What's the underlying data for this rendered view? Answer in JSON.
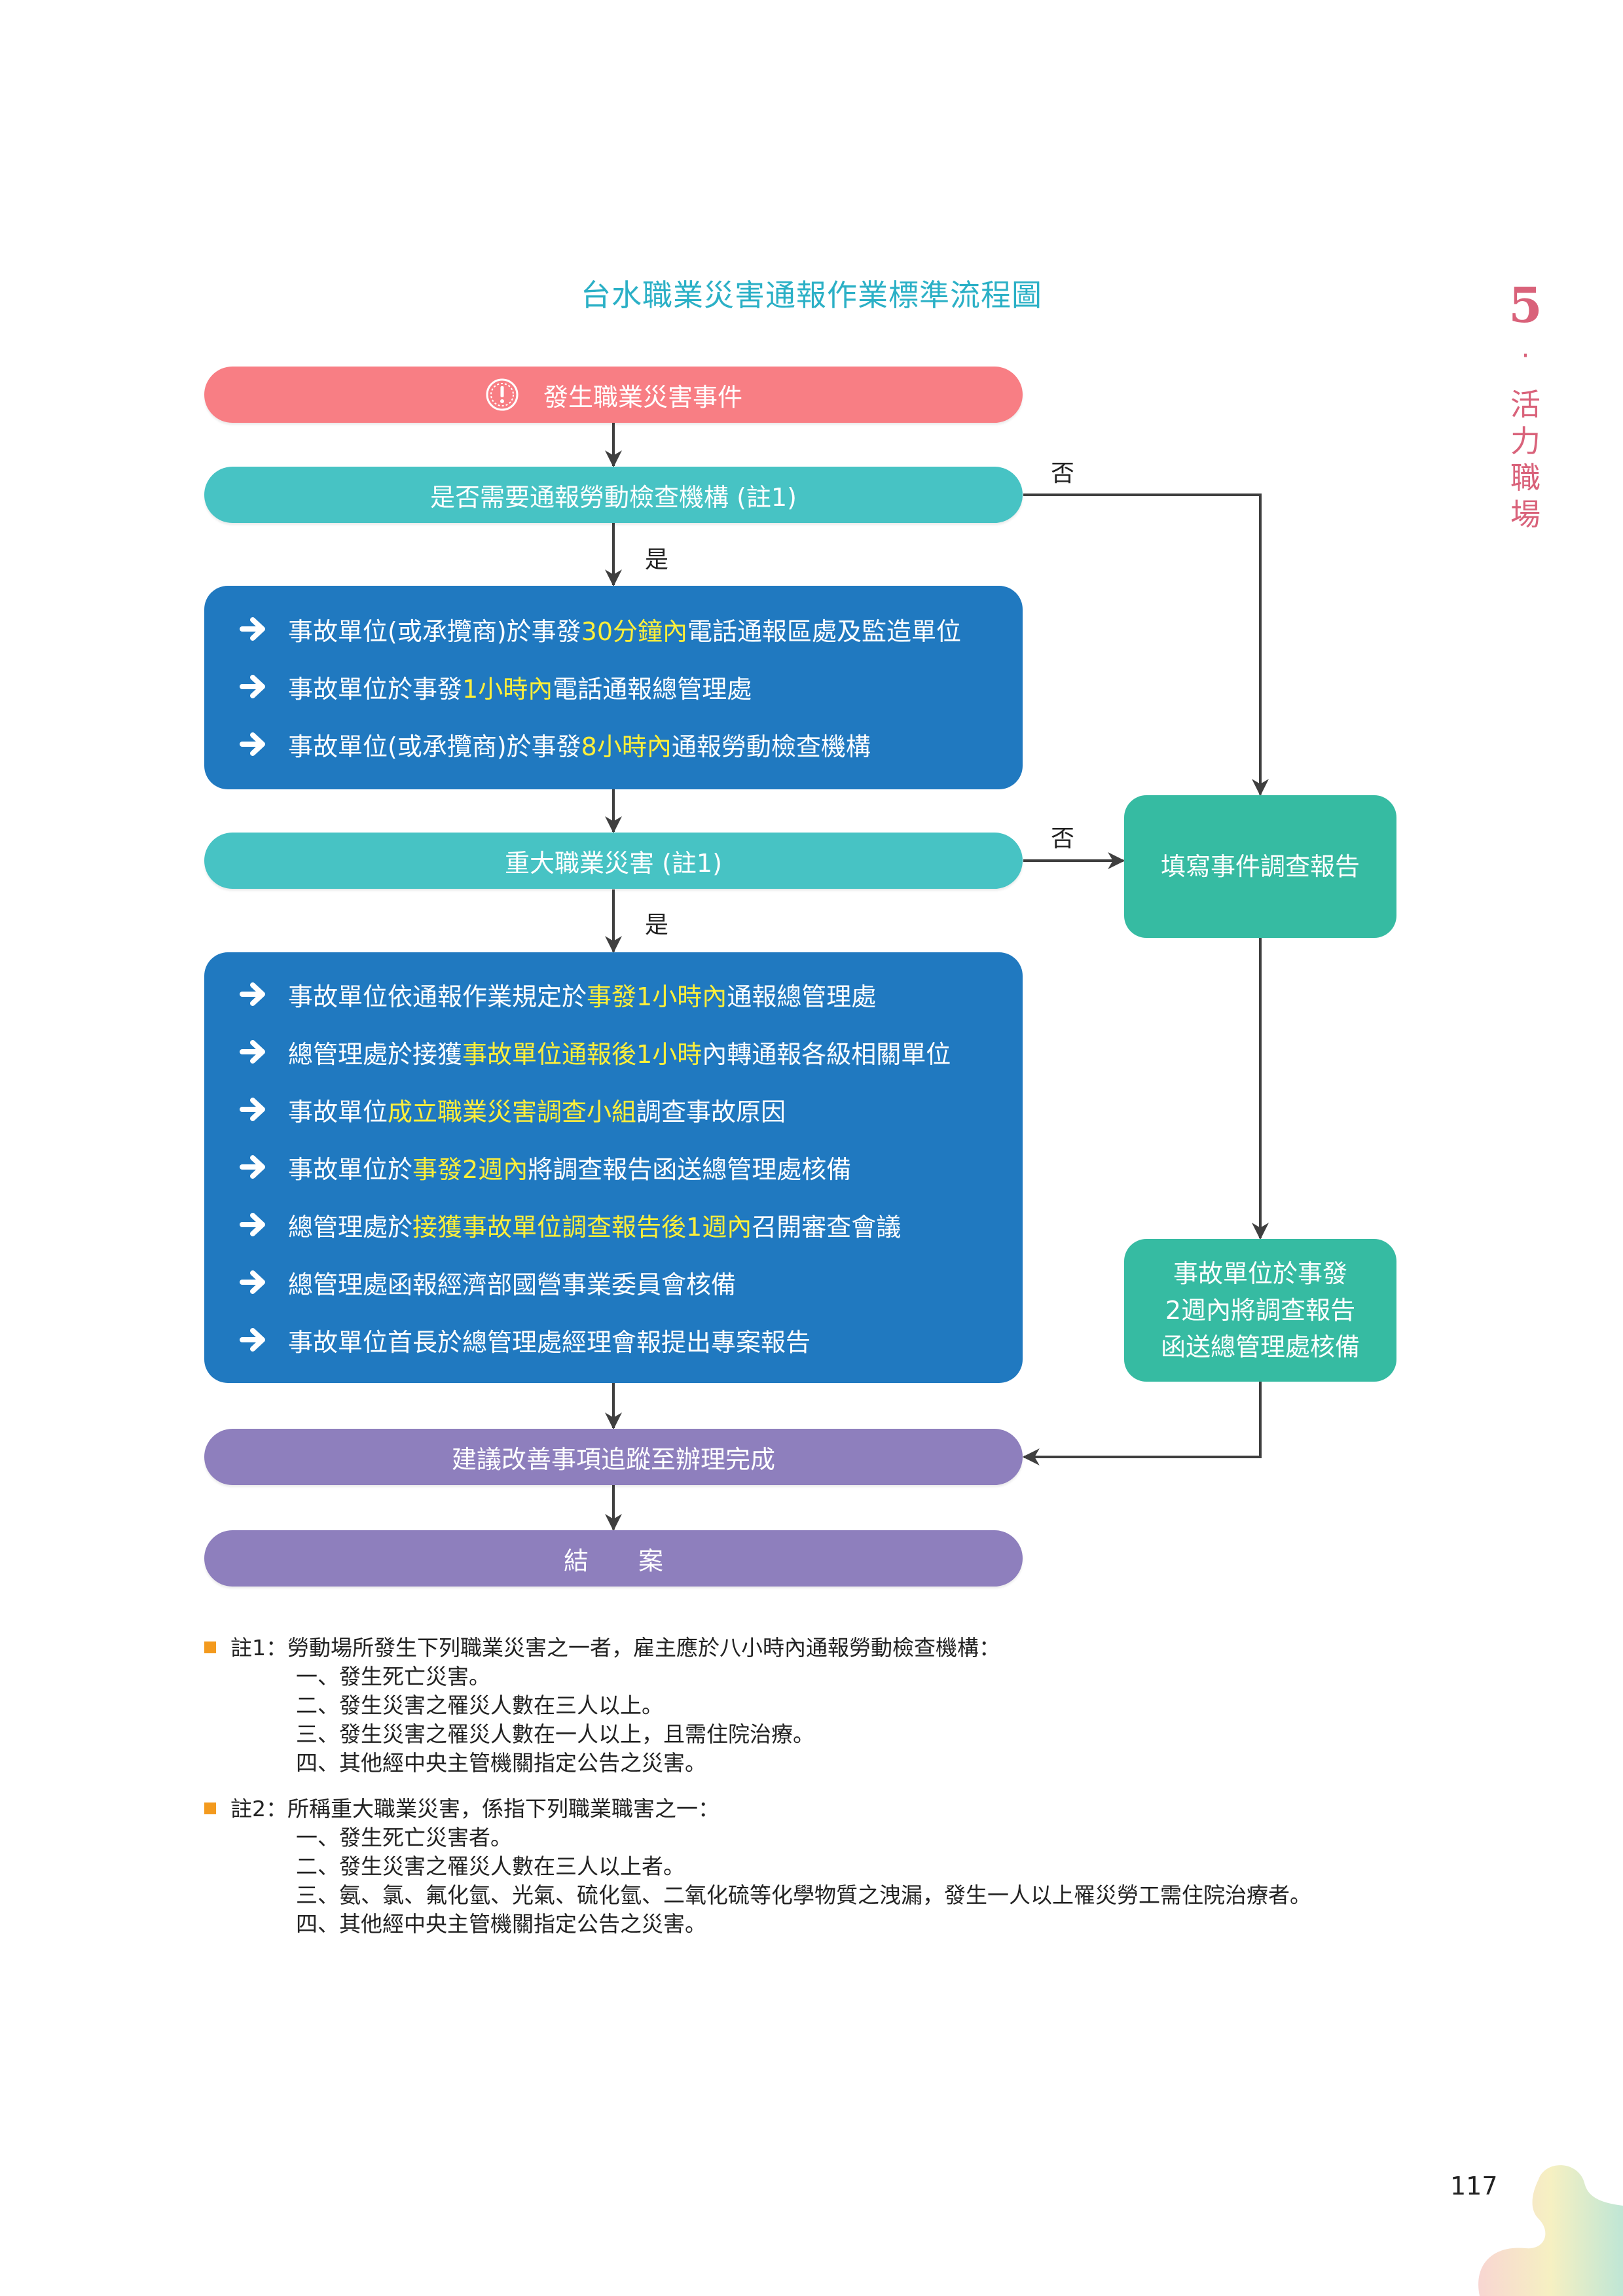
{
  "page": {
    "title": "台水職業災害通報作業標準流程圖",
    "chapter_number": "5",
    "chapter_separator": "·",
    "chapter_title": "活力職場",
    "page_number": "117"
  },
  "colors": {
    "title": "#2bb0c6",
    "chapter": "#d9627a",
    "start": "#f87e84",
    "decision": "#47c3c4",
    "action": "#2079c0",
    "side_action": "#36bba2",
    "end": "#8e7fbd",
    "highlight": "#ffef3a",
    "note_bullet": "#f39a1e"
  },
  "flow": {
    "start": {
      "icon": "warning-circle-icon",
      "label": "發生職業災害事件"
    },
    "decision1": {
      "label": "是否需要通報勞動檢查機構 (註1)",
      "yes": "是",
      "no": "否"
    },
    "action1": {
      "items": [
        {
          "pre": "事故單位(或承攬商)於事發",
          "hl": "30分鐘內",
          "post": "電話通報區處及監造單位"
        },
        {
          "pre": "事故單位於事發",
          "hl": "1小時內",
          "post": "電話通報總管理處"
        },
        {
          "pre": "事故單位(或承攬商)於事發",
          "hl": "8小時內",
          "post": "通報勞動檢查機構"
        }
      ]
    },
    "decision2": {
      "label": "重大職業災害 (註1)",
      "yes": "是",
      "no": "否"
    },
    "action2": {
      "items": [
        {
          "pre": "事故單位依通報作業規定於",
          "hl": "事發1小時內",
          "post": "通報總管理處"
        },
        {
          "pre": "總管理處於接獲",
          "hl": "事故單位通報後1小時",
          "post": "內轉通報各級相關單位"
        },
        {
          "pre": "事故單位",
          "hl": "成立職業災害調查小組",
          "post": "調查事故原因"
        },
        {
          "pre": "事故單位於",
          "hl": "事發2週內",
          "post": "將調查報告函送總管理處核備"
        },
        {
          "pre": "總管理處於",
          "hl": "接獲事故單位調查報告後1週內",
          "post": "召開審查會議"
        },
        {
          "pre": "總管理處函報經濟部國營事業委員會核備",
          "hl": "",
          "post": ""
        },
        {
          "pre": "事故單位首長於總管理處經理會報提出專案報告",
          "hl": "",
          "post": ""
        }
      ]
    },
    "side1": {
      "label": "填寫事件調查報告"
    },
    "side2": {
      "lines": [
        "事故單位於事發",
        "2週內將調查報告",
        "函送總管理處核備"
      ]
    },
    "followup": {
      "label": "建議改善事項追蹤至辦理完成"
    },
    "end": {
      "label": "結　　案"
    }
  },
  "notes": [
    {
      "label": "註1：",
      "text": "勞動場所發生下列職業災害之一者，雇主應於八小時內通報勞動檢查機構：",
      "items": [
        "一、發生死亡災害。",
        "二、發生災害之罹災人數在三人以上。",
        "三、發生災害之罹災人數在一人以上，且需住院治療。",
        "四、其他經中央主管機關指定公告之災害。"
      ]
    },
    {
      "label": "註2：",
      "text": "所稱重大職業災害，係指下列職業職害之一：",
      "items": [
        "一、發生死亡災害者。",
        "二、發生災害之罹災人數在三人以上者。",
        "三、氨、氯、氟化氫、光氣、硫化氫、二氧化硫等化學物質之洩漏，發生一人以上罹災勞工需住院治療者。",
        "四、其他經中央主管機關指定公告之災害。"
      ]
    }
  ]
}
